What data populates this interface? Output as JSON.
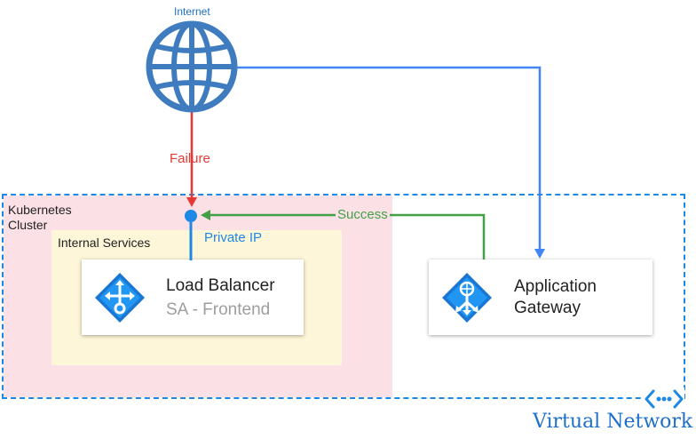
{
  "internet": {
    "label": "Internet"
  },
  "kubernetes": {
    "label_line1": "Kubernetes",
    "label_line2": "Cluster"
  },
  "internal_services": {
    "label": "Internal Services"
  },
  "load_balancer": {
    "title": "Load Balancer",
    "subtitle": "SA - Frontend"
  },
  "app_gateway": {
    "title_line1": "Application",
    "title_line2": "Gateway"
  },
  "private_ip": {
    "label": "Private IP"
  },
  "edges": {
    "failure": {
      "label": "Failure",
      "color": "#e53935"
    },
    "success": {
      "label": "Success",
      "color": "#43a047"
    },
    "internet_to_gateway": {
      "color": "#1e88e5"
    }
  },
  "virtual_network": {
    "label": "Virtual Network"
  },
  "colors": {
    "accent_blue": "#1e88e5",
    "globe_blue": "#3f7bbf",
    "azure_icon_blue": "#1976d2",
    "k8s_background": "#fbe0e6",
    "internal_background": "#fdf6d8"
  },
  "icons": {
    "internet": "globe-icon",
    "load_balancer": "load-balancer-icon",
    "app_gateway": "application-gateway-icon",
    "virtual_network": "vnet-icon"
  }
}
